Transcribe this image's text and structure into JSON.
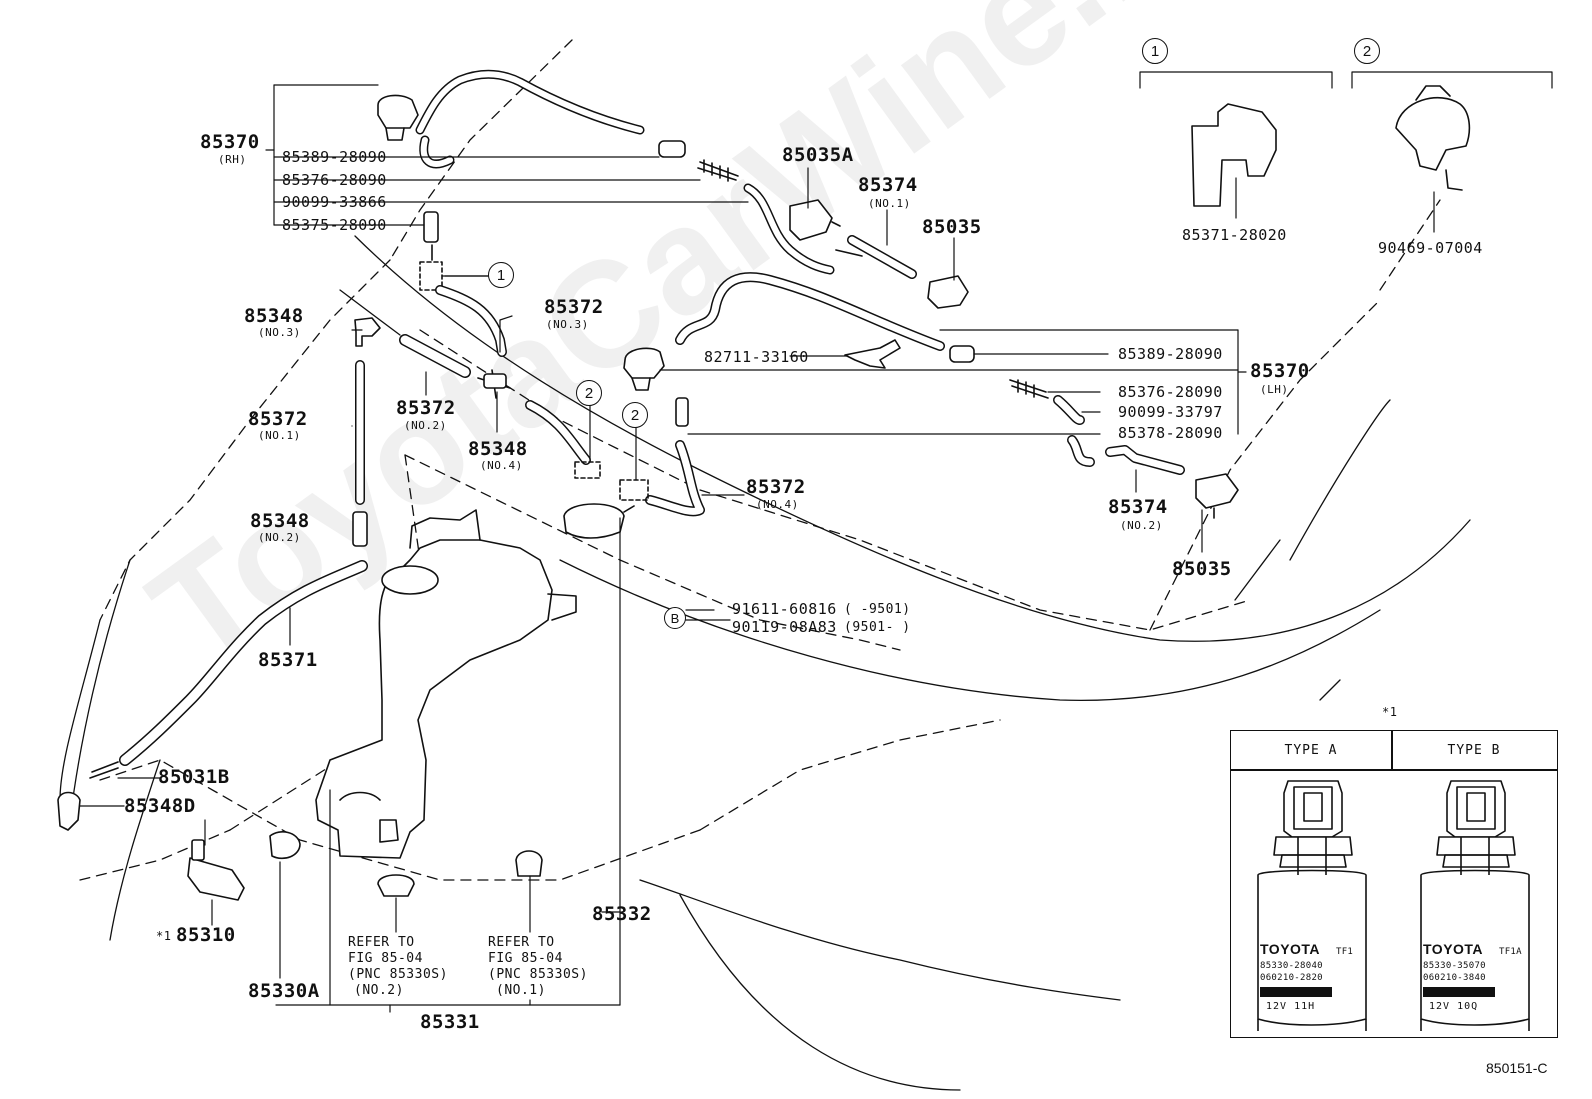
{
  "figure_number": "850151-C",
  "watermark": "ToyotaCarWine.ru",
  "labels": {
    "p85370_rh": "85370",
    "p85370_rh_side": "(RH)",
    "p85389_rh": "85389-28090",
    "p85376_rh": "85376-28090",
    "p90099_33866": "90099-33866",
    "p85375": "85375-28090",
    "p85035a": "85035A",
    "p85374_no1": "85374",
    "p85374_no1_sub": "(NO.1)",
    "p85035_top": "85035",
    "p85348_no3": "85348",
    "p85348_no3_sub": "(NO.3)",
    "p85372_no3": "85372",
    "p85372_no3_sub": "(NO.3)",
    "p85372_no1": "85372",
    "p85372_no1_sub": "(NO.1)",
    "p85372_no2": "85372",
    "p85372_no2_sub": "(NO.2)",
    "p85348_no4": "85348",
    "p85348_no4_sub": "(NO.4)",
    "p82711": "82711-33160",
    "p85389_lh": "85389-28090",
    "p85370_lh": "85370",
    "p85370_lh_side": "(LH)",
    "p85376_lh": "85376-28090",
    "p90099_33797": "90099-33797",
    "p85378": "85378-28090",
    "p85372_no4": "85372",
    "p85372_no4_sub": "(NO.4)",
    "p85374_no2": "85374",
    "p85374_no2_sub": "(NO.2)",
    "p85035_bottom": "85035",
    "p85348_no2": "85348",
    "p85348_no2_sub": "(NO.2)",
    "p85371": "85371",
    "p91611": "91611-60816",
    "p91611_range": "(    -9501)",
    "p90119": "90119-08A83",
    "p90119_range": "(9501-    )",
    "p85031b": "85031B",
    "p85348d": "85348D",
    "star_mark": "*1",
    "p85310": "85310",
    "p85330a": "85330A",
    "p85332": "85332",
    "p85331": "85331",
    "p85371_28020": "85371-28020",
    "p90469": "90469-07004",
    "refer_left": [
      "REFER TO",
      "FIG 85-04",
      "(PNC 85330S)",
      "(NO.2)"
    ],
    "refer_right": [
      "REFER TO",
      "FIG 85-04",
      "(PNC 85330S)",
      "(NO.1)"
    ]
  },
  "callouts": {
    "one": "1",
    "two": "2",
    "bolt_b": "B"
  },
  "inset": {
    "star": "*1",
    "type_a": {
      "header": "TYPE A",
      "brand": "TOYOTA",
      "model": "TF1",
      "line1": "85330-28040",
      "line2": "060210-2820",
      "voltage": "12V  11H"
    },
    "type_b": {
      "header": "TYPE B",
      "brand": "TOYOTA",
      "model": "TF1A",
      "line1": "85330-35070",
      "line2": "060210-3840",
      "voltage": "12V  10Q"
    }
  }
}
